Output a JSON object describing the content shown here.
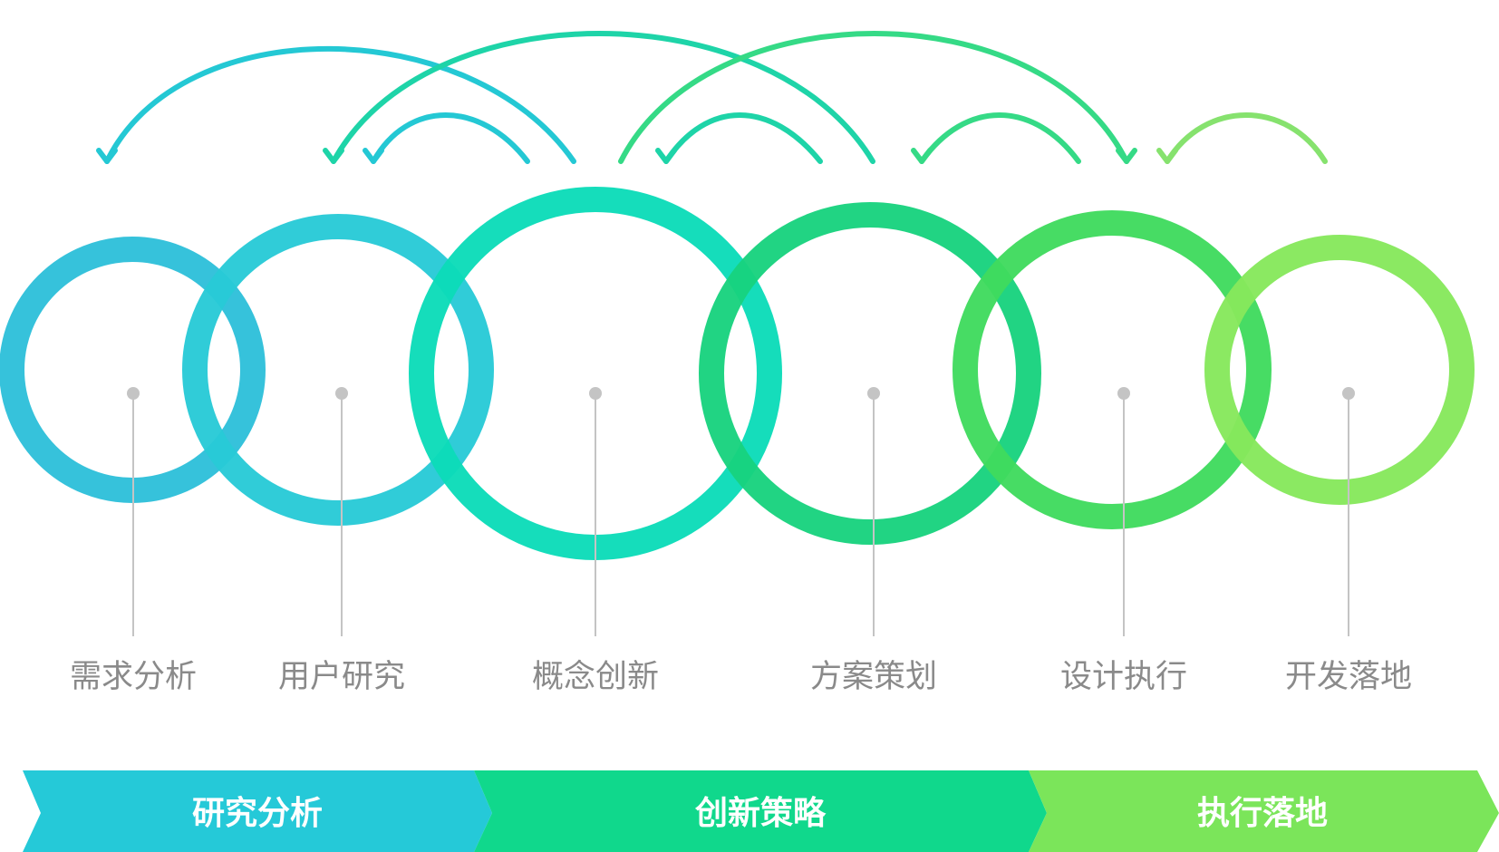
{
  "steps": [
    {
      "label": "需求分析",
      "color": "#2EC0DA"
    },
    {
      "label": "用户研究",
      "color": "#28CAD6"
    },
    {
      "label": "概念创新",
      "color": "#0BDCB8"
    },
    {
      "label": "方案策划",
      "color": "#18D27E"
    },
    {
      "label": "设计执行",
      "color": "#3FDB5E"
    },
    {
      "label": "开发落地",
      "color": "#86E85C"
    }
  ],
  "phases": [
    {
      "label": "研究分析",
      "color": "#25C9D8"
    },
    {
      "label": "创新策略",
      "color": "#10D88C"
    },
    {
      "label": "执行落地",
      "color": "#7BE55A"
    }
  ],
  "arrow_colors": {
    "cyan": "#24C8D4",
    "teal": "#1ED4A8",
    "green": "#35DA86",
    "lime": "#86E26E"
  },
  "dot_color": "#c4c4c4"
}
